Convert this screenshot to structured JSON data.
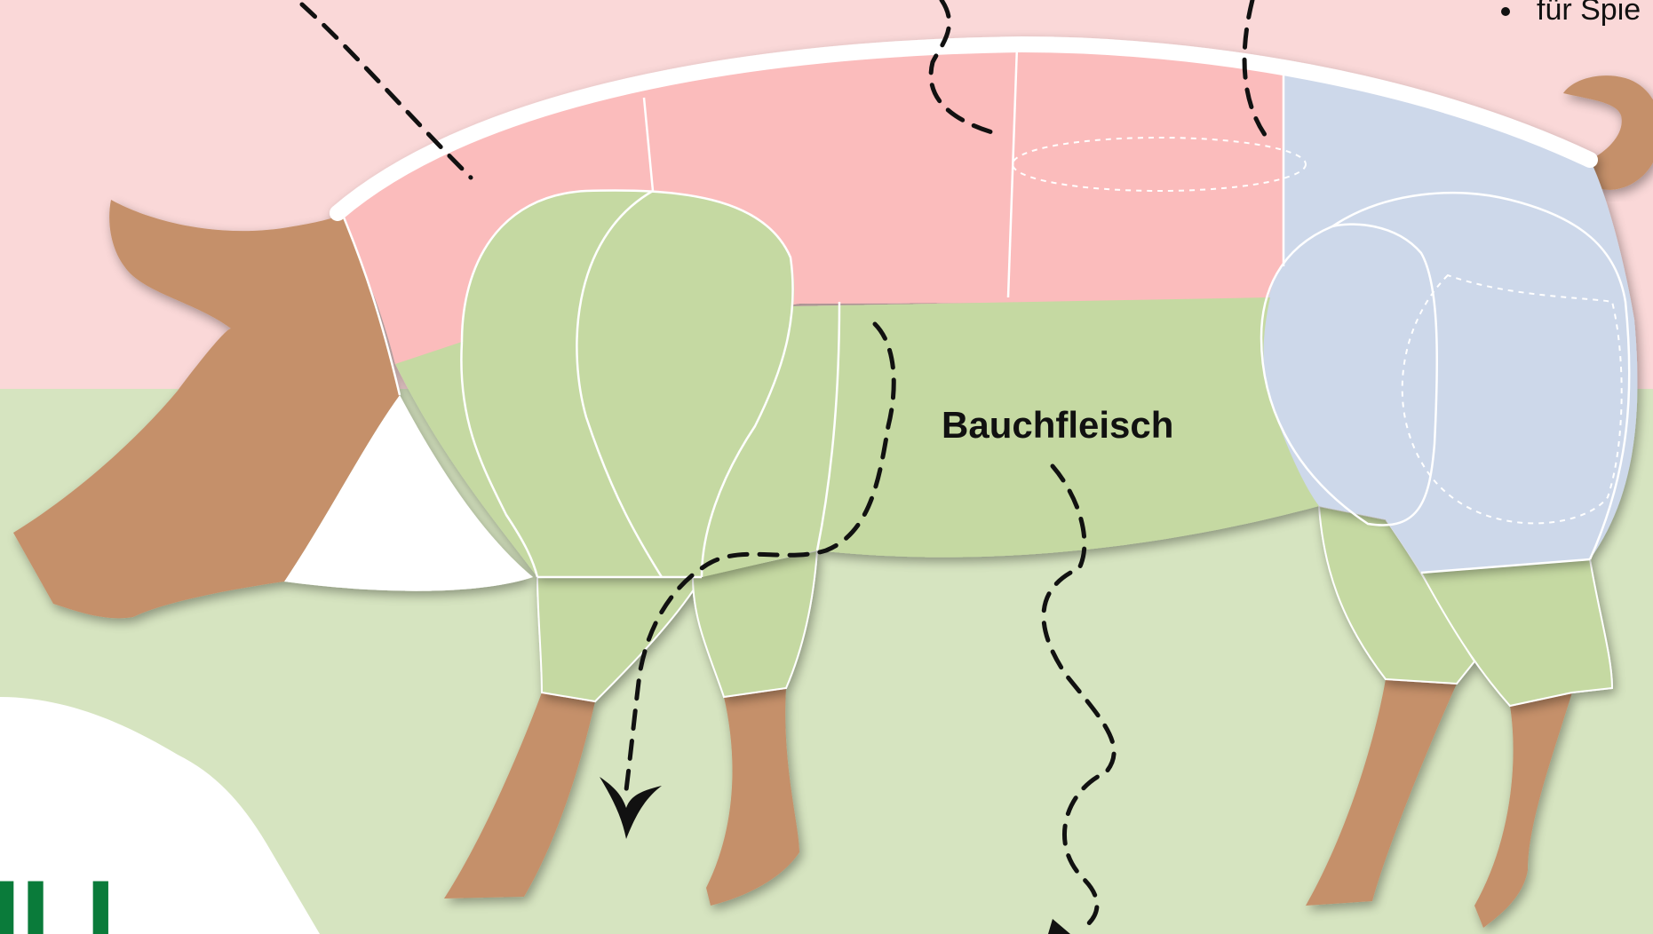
{
  "diagram": {
    "cut_label": "Bauchfleisch",
    "bullet_fragment": "für Spie",
    "brand_fragment": "ILL."
  },
  "colors": {
    "background_top": "#fad8d8",
    "background_bottom": "#d6e4c0",
    "head": "#c5906a",
    "pink_cut": "#fbbcbc",
    "green_cut": "#c5d9a2",
    "blue_cut": "#cdd8ea",
    "cheek": "#ffffff",
    "brand_green": "#0a7b3a",
    "arrow": "#111111"
  }
}
